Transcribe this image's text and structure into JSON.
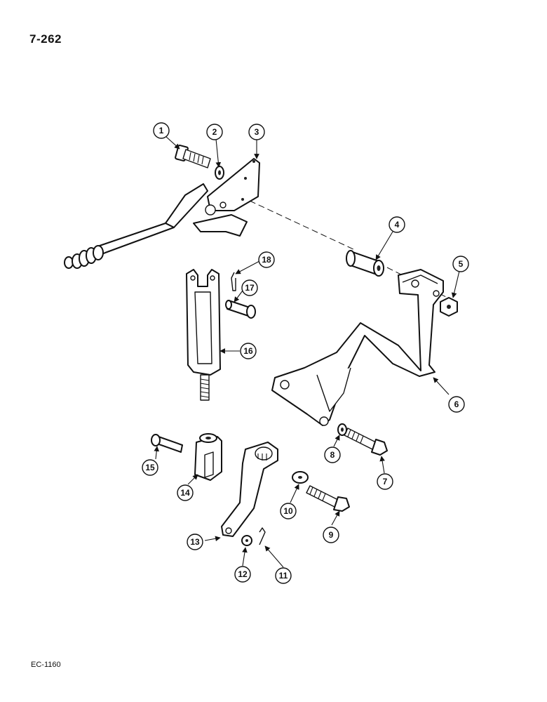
{
  "page_number": "7-262",
  "figure_code": "EC-1160",
  "callouts": [
    "1",
    "2",
    "3",
    "4",
    "5",
    "6",
    "7",
    "8",
    "9",
    "10",
    "11",
    "12",
    "13",
    "14",
    "15",
    "16",
    "17",
    "18"
  ]
}
